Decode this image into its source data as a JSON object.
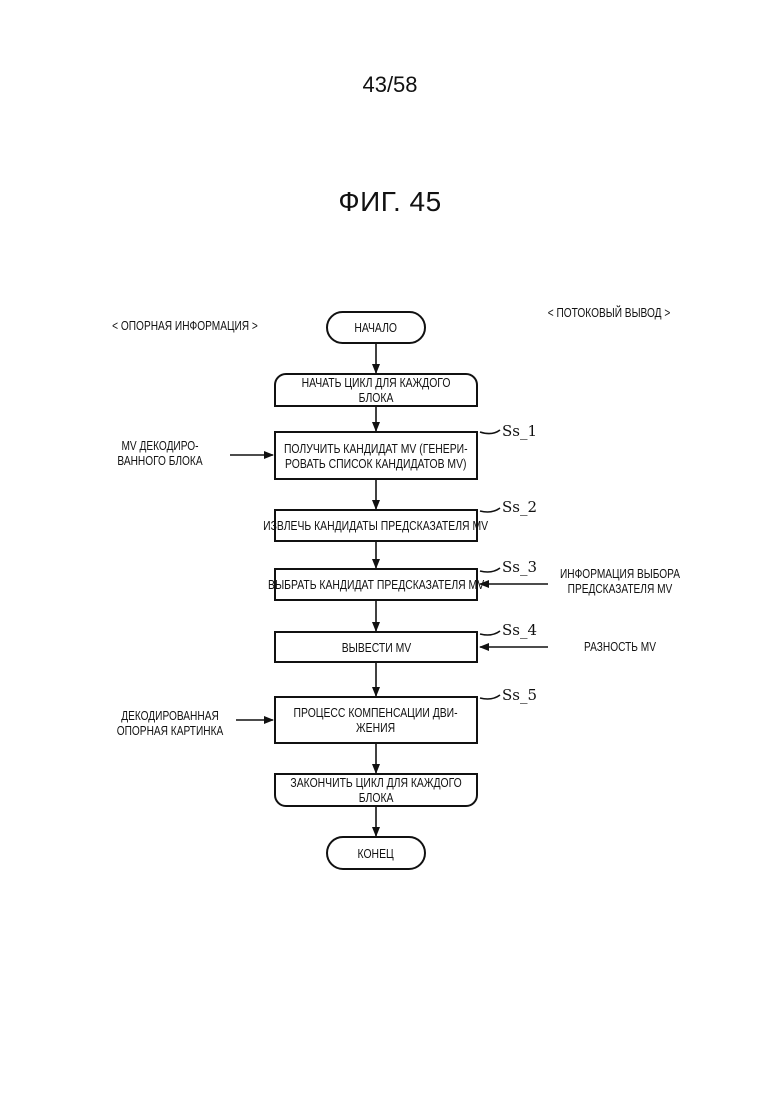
{
  "page_number": "43/58",
  "figure_title": "ФИГ. 45",
  "headers": {
    "left": "< ОПОРНАЯ ИНФОРМАЦИЯ >",
    "right": "< ПОТОКОВЫЙ ВЫВОД >"
  },
  "nodes": {
    "start": "НАЧАЛО",
    "loop_start": [
      "НАЧАТЬ ЦИКЛ ДЛЯ КАЖДОГО",
      "БЛОКА"
    ],
    "step1": [
      "ПОЛУЧИТЬ КАНДИДАТ MV (ГЕНЕРИ-",
      "РОВАТЬ СПИСОК КАНДИДАТОВ MV)"
    ],
    "step2": "ИЗВЛЕЧЬ КАНДИДАТЫ ПРЕДСКАЗАТЕЛЯ MV",
    "step3": "ВЫБРАТЬ КАНДИДАТ ПРЕДСКАЗАТЕЛЯ MV",
    "step4": "ВЫВЕСТИ MV",
    "step5": [
      "ПРОЦЕСС КОМПЕНСАЦИИ ДВИ-",
      "ЖЕНИЯ"
    ],
    "loop_end": [
      "ЗАКОНЧИТЬ ЦИКЛ ДЛЯ КАЖДОГО",
      "БЛОКА"
    ],
    "end": "КОНЕЦ"
  },
  "step_ids": [
    "Ss_1",
    "Ss_2",
    "Ss_3",
    "Ss_4",
    "Ss_5"
  ],
  "inputs": {
    "mv_decoded_block": [
      "MV ДЕКОДИРО-",
      "ВАННОГО БЛОКА"
    ],
    "predictor_selection_info": [
      "ИНФОРМАЦИЯ ВЫБОРА",
      "ПРЕДСКАЗАТЕЛЯ MV"
    ],
    "mv_difference": "РАЗНОСТЬ MV",
    "decoded_reference_picture": [
      "ДЕКОДИРОВАННАЯ",
      "ОПОРНАЯ КАРТИНКА"
    ]
  }
}
